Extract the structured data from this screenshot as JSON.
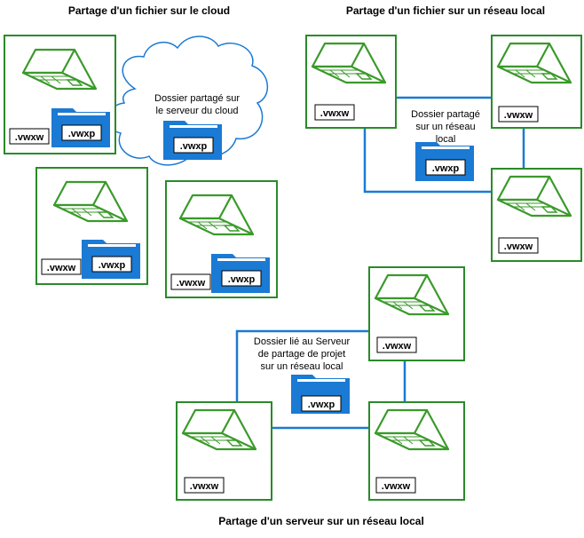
{
  "colors": {
    "frame": "#2a8a2a",
    "laptop": "#3a9a2a",
    "link": "#1a7ad4",
    "folder": "#1a7ad4",
    "cloud_stroke": "#1a7ad4"
  },
  "icons": {
    "computer": "laptop-icon",
    "folder": "folder-icon",
    "cloud": "cloud-shape"
  },
  "titles": {
    "cloud": "Partage d'un fichier sur le cloud",
    "lan": "Partage d'un fichier sur un réseau local",
    "server": "Partage d'un serveur sur un réseau local"
  },
  "captions": {
    "cloud": [
      "Dossier partagé sur",
      "le serveur du cloud"
    ],
    "lan": [
      "Dossier partagé",
      "sur un réseau",
      "local"
    ],
    "server": [
      "Dossier lié au Serveur",
      "de partage de projet",
      "sur un réseau local"
    ]
  },
  "file_label": ".vwxw",
  "folder_label": ".vwxp"
}
